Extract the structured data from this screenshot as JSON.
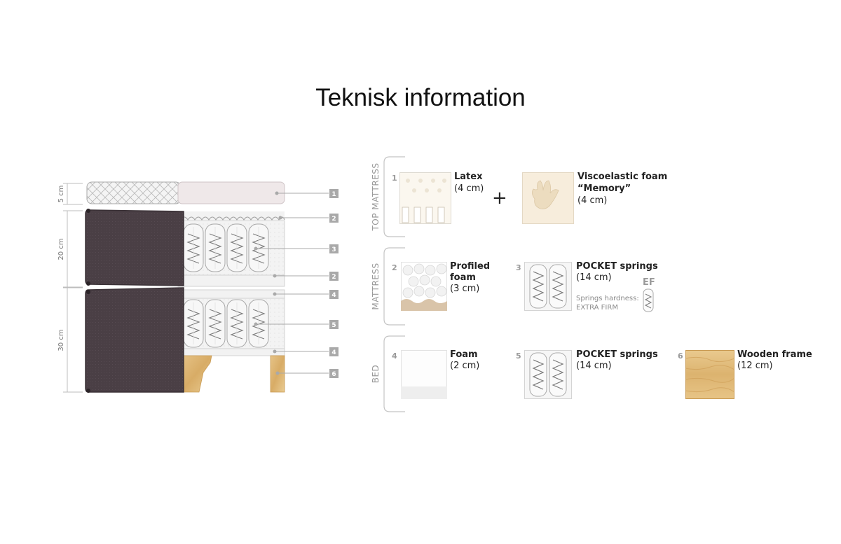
{
  "title": "Teknisk information",
  "dimensions": [
    {
      "label": "5 cm"
    },
    {
      "label": "20 cm"
    },
    {
      "label": "30 cm"
    }
  ],
  "callouts": [
    "1",
    "2",
    "3",
    "2",
    "4",
    "5",
    "4",
    "6"
  ],
  "groups": [
    {
      "label": "TOP MATTRESS"
    },
    {
      "label": "MATTRESS"
    },
    {
      "label": "BED"
    }
  ],
  "layers": [
    {
      "num": "1",
      "name": "Latex",
      "size": "(4 cm)"
    },
    {
      "name_line1": "Viscoelastic foam",
      "name_line2": "“Memory”",
      "size": "(4 cm)"
    },
    {
      "num": "2",
      "name_line1": "Profiled",
      "name_line2": "foam",
      "size": "(3 cm)"
    },
    {
      "num": "3",
      "name": "POCKET springs",
      "size": "(14 cm)",
      "hardness_label": "Springs hardness:",
      "hardness_value": "EXTRA FIRM",
      "hardness_code": "EF"
    },
    {
      "num": "4",
      "name": "Foam",
      "size": "(2 cm)"
    },
    {
      "num": "5",
      "name": "POCKET springs",
      "size": "(14 cm)"
    },
    {
      "num": "6",
      "name": "Wooden frame",
      "size": "(12 cm)"
    }
  ],
  "plus_sign": "+"
}
